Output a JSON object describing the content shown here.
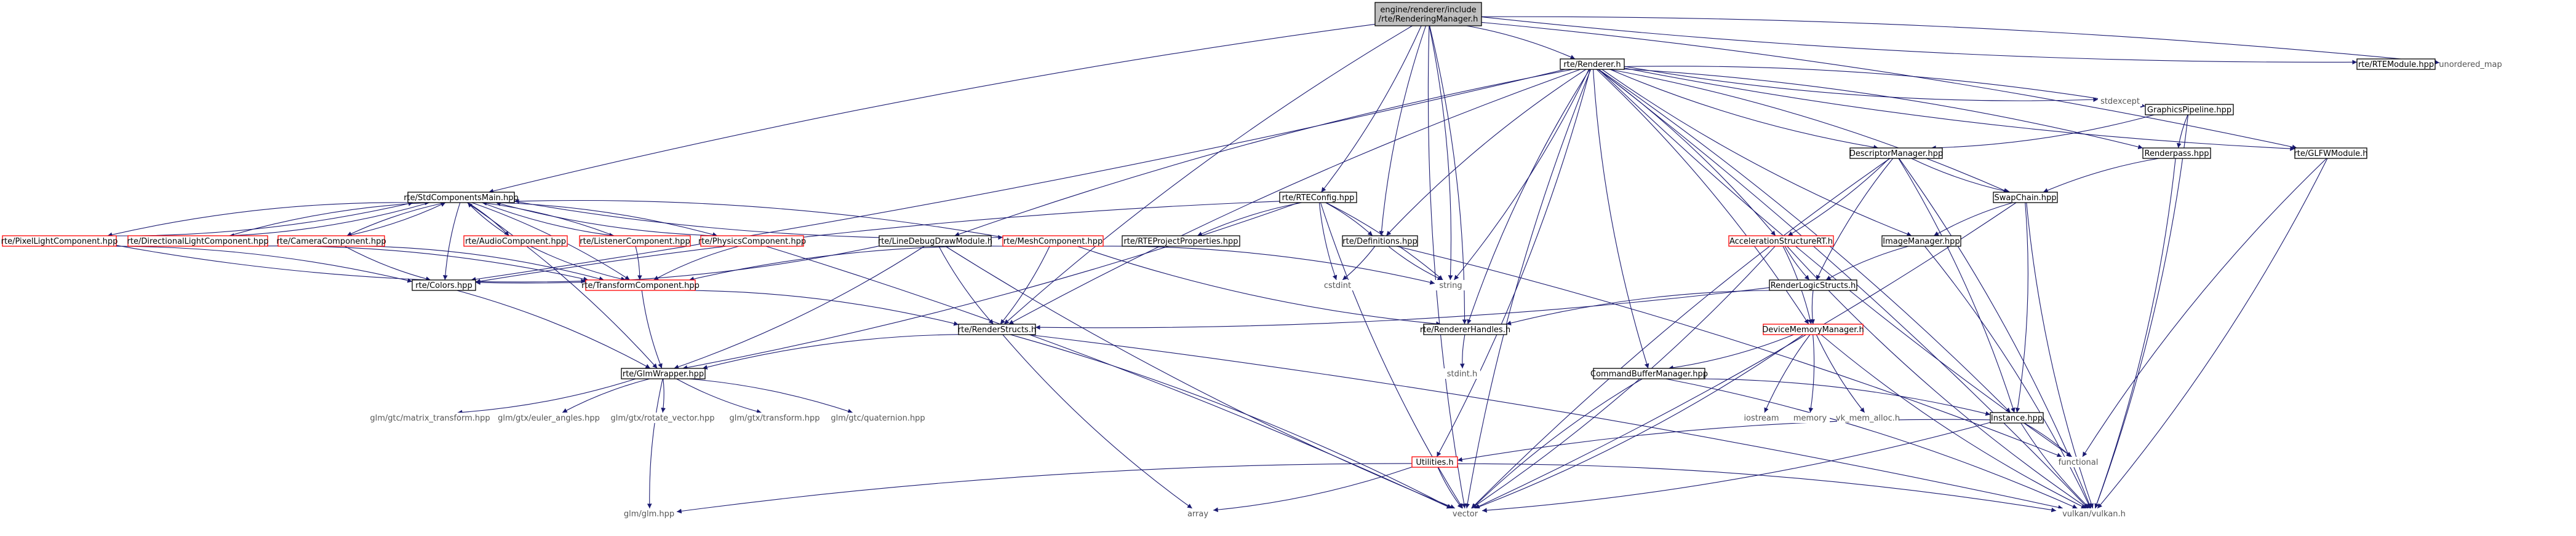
{
  "colors": {
    "edge": "#191970",
    "root_fill": "#bfbfbf",
    "normal_border": "#000000",
    "partial_border": "#ff0000",
    "text": "#000000",
    "external_text": "#555555"
  },
  "nodes": [
    {
      "id": "root",
      "style": "root",
      "lines": [
        "engine/renderer/include",
        "/rte/RenderingManager.h"
      ]
    },
    {
      "id": "renderer",
      "style": "normal",
      "lines": [
        "rte/Renderer.h"
      ]
    },
    {
      "id": "rtemodule",
      "style": "normal",
      "lines": [
        "rte/RTEModule.hpp"
      ]
    },
    {
      "id": "unordered_map",
      "style": "external",
      "lines": [
        "unordered_map"
      ]
    },
    {
      "id": "stdexcept",
      "style": "external",
      "lines": [
        "stdexcept"
      ]
    },
    {
      "id": "graphicspipeline",
      "style": "normal",
      "lines": [
        "GraphicsPipeline.hpp"
      ]
    },
    {
      "id": "descriptormanager",
      "style": "normal",
      "lines": [
        "DescriptorManager.hpp"
      ]
    },
    {
      "id": "renderpass",
      "style": "normal",
      "lines": [
        "Renderpass.hpp"
      ]
    },
    {
      "id": "glfwmodule",
      "style": "normal",
      "lines": [
        "rte/GLFWModule.h"
      ]
    },
    {
      "id": "swapchain",
      "style": "normal",
      "lines": [
        "SwapChain.hpp"
      ]
    },
    {
      "id": "stdcomponents",
      "style": "normal",
      "lines": [
        "rte/StdComponentsMain.hpp"
      ]
    },
    {
      "id": "rteconfig",
      "style": "normal",
      "lines": [
        "rte/RTEConfig.hpp"
      ]
    },
    {
      "id": "accelerationstructure",
      "style": "partial",
      "lines": [
        "AccelerationStructureRT.h"
      ]
    },
    {
      "id": "imagemanager",
      "style": "normal",
      "lines": [
        "ImageManager.hpp"
      ]
    },
    {
      "id": "renderlogicstructs",
      "style": "normal",
      "lines": [
        "RenderLogicStructs.h"
      ]
    },
    {
      "id": "pixellight",
      "style": "partial",
      "lines": [
        "rte/PixelLightComponent.hpp"
      ]
    },
    {
      "id": "directionallight",
      "style": "partial",
      "lines": [
        "rte/DirectionalLightComponent.hpp"
      ]
    },
    {
      "id": "camera",
      "style": "partial",
      "lines": [
        "rte/CameraComponent.hpp"
      ]
    },
    {
      "id": "audio",
      "style": "partial",
      "lines": [
        "rte/AudioComponent.hpp"
      ]
    },
    {
      "id": "listener",
      "style": "partial",
      "lines": [
        "rte/ListenerComponent.hpp"
      ]
    },
    {
      "id": "physics",
      "style": "partial",
      "lines": [
        "rte/PhysicsComponent.hpp"
      ]
    },
    {
      "id": "linedebug",
      "style": "normal",
      "lines": [
        "rte/LineDebugDrawModule.h"
      ]
    },
    {
      "id": "mesh",
      "style": "partial",
      "lines": [
        "rte/MeshComponent.hpp"
      ]
    },
    {
      "id": "projectproperties",
      "style": "normal",
      "lines": [
        "rte/RTEProjectProperties.hpp"
      ]
    },
    {
      "id": "definitions",
      "style": "normal",
      "lines": [
        "rte/Definitions.hpp"
      ]
    },
    {
      "id": "colors",
      "style": "normal",
      "lines": [
        "rte/Colors.hpp"
      ]
    },
    {
      "id": "transform",
      "style": "partial",
      "lines": [
        "rte/TransformComponent.hpp"
      ]
    },
    {
      "id": "cstdint",
      "style": "external",
      "lines": [
        "cstdint"
      ]
    },
    {
      "id": "string",
      "style": "external",
      "lines": [
        "string"
      ]
    },
    {
      "id": "renderstructs",
      "style": "normal",
      "lines": [
        "rte/RenderStructs.h"
      ]
    },
    {
      "id": "rendererhandles",
      "style": "normal",
      "lines": [
        "rte/RendererHandles.h"
      ]
    },
    {
      "id": "devicememory",
      "style": "partial",
      "lines": [
        "DeviceMemoryManager.h"
      ]
    },
    {
      "id": "stdint",
      "style": "external",
      "lines": [
        "stdint.h"
      ]
    },
    {
      "id": "glmwrapper",
      "style": "normal",
      "lines": [
        "rte/GlmWrapper.hpp"
      ]
    },
    {
      "id": "commandbuffer",
      "style": "normal",
      "lines": [
        "CommandBufferManager.hpp"
      ]
    },
    {
      "id": "iostream",
      "style": "external",
      "lines": [
        "iostream"
      ]
    },
    {
      "id": "memory",
      "style": "external",
      "lines": [
        "memory"
      ]
    },
    {
      "id": "vkmemalloc",
      "style": "external",
      "lines": [
        "vk_mem_alloc.h"
      ]
    },
    {
      "id": "instance",
      "style": "normal",
      "lines": [
        "Instance.hpp"
      ]
    },
    {
      "id": "matrix_transform",
      "style": "external",
      "lines": [
        "glm/gtc/matrix_transform.hpp"
      ]
    },
    {
      "id": "euler_angles",
      "style": "external",
      "lines": [
        "glm/gtx/euler_angles.hpp"
      ]
    },
    {
      "id": "rotate_vector",
      "style": "external",
      "lines": [
        "glm/gtx/rotate_vector.hpp"
      ]
    },
    {
      "id": "gtxtransform",
      "style": "external",
      "lines": [
        "glm/gtx/transform.hpp"
      ]
    },
    {
      "id": "quaternion",
      "style": "external",
      "lines": [
        "glm/gtc/quaternion.hpp"
      ]
    },
    {
      "id": "utilities",
      "style": "partial",
      "lines": [
        "Utilities.h"
      ]
    },
    {
      "id": "functional",
      "style": "external",
      "lines": [
        "functional"
      ]
    },
    {
      "id": "glmhpp",
      "style": "external",
      "lines": [
        "glm/glm.hpp"
      ]
    },
    {
      "id": "array",
      "style": "external",
      "lines": [
        "array"
      ]
    },
    {
      "id": "vector",
      "style": "external",
      "lines": [
        "vector"
      ]
    },
    {
      "id": "vulkan",
      "style": "external",
      "lines": [
        "vulkan/vulkan.h"
      ]
    }
  ],
  "edges": [
    [
      "root",
      "renderer"
    ],
    [
      "root",
      "rtemodule"
    ],
    [
      "root",
      "unordered_map"
    ],
    [
      "root",
      "stdcomponents"
    ],
    [
      "root",
      "rteconfig"
    ],
    [
      "root",
      "definitions"
    ],
    [
      "root",
      "string"
    ],
    [
      "root",
      "renderstructs"
    ],
    [
      "root",
      "rendererhandles"
    ],
    [
      "root",
      "vector"
    ],
    [
      "root",
      "glfwmodule"
    ],
    [
      "renderer",
      "stdexcept"
    ],
    [
      "renderer",
      "graphicspipeline"
    ],
    [
      "renderer",
      "descriptormanager"
    ],
    [
      "renderer",
      "renderpass"
    ],
    [
      "renderer",
      "glfwmodule"
    ],
    [
      "renderer",
      "swapchain"
    ],
    [
      "renderer",
      "linedebug"
    ],
    [
      "renderer",
      "accelerationstructure"
    ],
    [
      "renderer",
      "imagemanager"
    ],
    [
      "renderer",
      "devicememory"
    ],
    [
      "renderer",
      "commandbuffer"
    ],
    [
      "renderer",
      "utilities"
    ],
    [
      "renderer",
      "functional"
    ],
    [
      "renderer",
      "vulkan"
    ],
    [
      "renderer",
      "vector"
    ],
    [
      "renderer",
      "string"
    ],
    [
      "renderer",
      "renderstructs"
    ],
    [
      "renderer",
      "colors"
    ],
    [
      "renderer",
      "definitions"
    ],
    [
      "renderer",
      "instance"
    ],
    [
      "renderer",
      "rendererhandles"
    ],
    [
      "graphicspipeline",
      "descriptormanager"
    ],
    [
      "graphicspipeline",
      "renderpass"
    ],
    [
      "graphicspipeline",
      "vulkan"
    ],
    [
      "descriptormanager",
      "swapchain"
    ],
    [
      "descriptormanager",
      "accelerationstructure"
    ],
    [
      "descriptormanager",
      "renderlogicstructs"
    ],
    [
      "descriptormanager",
      "instance"
    ],
    [
      "descriptormanager",
      "vector"
    ],
    [
      "descriptormanager",
      "vulkan"
    ],
    [
      "renderpass",
      "swapchain"
    ],
    [
      "renderpass",
      "vulkan"
    ],
    [
      "glfwmodule",
      "functional"
    ],
    [
      "glfwmodule",
      "vulkan"
    ],
    [
      "swapchain",
      "imagemanager"
    ],
    [
      "swapchain",
      "instance"
    ],
    [
      "swapchain",
      "vulkan"
    ],
    [
      "swapchain",
      "vector"
    ],
    [
      "stdcomponents",
      "pixellight"
    ],
    [
      "stdcomponents",
      "directionallight"
    ],
    [
      "stdcomponents",
      "camera"
    ],
    [
      "stdcomponents",
      "audio"
    ],
    [
      "stdcomponents",
      "listener"
    ],
    [
      "stdcomponents",
      "physics"
    ],
    [
      "stdcomponents",
      "mesh"
    ],
    [
      "stdcomponents",
      "transform"
    ],
    [
      "stdcomponents",
      "colors"
    ],
    [
      "stdcomponents",
      "glmwrapper"
    ],
    [
      "pixellight",
      "stdcomponents"
    ],
    [
      "directionallight",
      "stdcomponents"
    ],
    [
      "camera",
      "stdcomponents"
    ],
    [
      "audio",
      "stdcomponents"
    ],
    [
      "listener",
      "stdcomponents"
    ],
    [
      "physics",
      "stdcomponents"
    ],
    [
      "mesh",
      "stdcomponents"
    ],
    [
      "pixellight",
      "colors"
    ],
    [
      "pixellight",
      "transform"
    ],
    [
      "directionallight",
      "transform"
    ],
    [
      "camera",
      "colors"
    ],
    [
      "camera",
      "transform"
    ],
    [
      "audio",
      "transform"
    ],
    [
      "listener",
      "transform"
    ],
    [
      "physics",
      "transform"
    ],
    [
      "physics",
      "vector"
    ],
    [
      "mesh",
      "transform"
    ],
    [
      "mesh",
      "renderstructs"
    ],
    [
      "mesh",
      "rendererhandles"
    ],
    [
      "mesh",
      "string"
    ],
    [
      "rteconfig",
      "projectproperties"
    ],
    [
      "rteconfig",
      "definitions"
    ],
    [
      "rteconfig",
      "colors"
    ],
    [
      "rteconfig",
      "glmwrapper"
    ],
    [
      "rteconfig",
      "cstdint"
    ],
    [
      "rteconfig",
      "string"
    ],
    [
      "rteconfig",
      "vector"
    ],
    [
      "definitions",
      "cstdint"
    ],
    [
      "definitions",
      "string"
    ],
    [
      "definitions",
      "functional"
    ],
    [
      "linedebug",
      "renderstructs"
    ],
    [
      "linedebug",
      "glmwrapper"
    ],
    [
      "linedebug",
      "vector"
    ],
    [
      "linedebug",
      "colors"
    ],
    [
      "accelerationstructure",
      "renderlogicstructs"
    ],
    [
      "accelerationstructure",
      "devicememory"
    ],
    [
      "accelerationstructure",
      "vulkan"
    ],
    [
      "accelerationstructure",
      "vector"
    ],
    [
      "imagemanager",
      "renderlogicstructs"
    ],
    [
      "imagemanager",
      "vulkan"
    ],
    [
      "renderlogicstructs",
      "devicememory"
    ],
    [
      "renderlogicstructs",
      "renderstructs"
    ],
    [
      "renderlogicstructs",
      "rendererhandles"
    ],
    [
      "colors",
      "glmwrapper"
    ],
    [
      "transform",
      "glmwrapper"
    ],
    [
      "transform",
      "renderstructs"
    ],
    [
      "renderstructs",
      "glmwrapper"
    ],
    [
      "renderstructs",
      "vulkan"
    ],
    [
      "renderstructs",
      "array"
    ],
    [
      "renderstructs",
      "vector"
    ],
    [
      "rendererhandles",
      "stdint"
    ],
    [
      "devicememory",
      "commandbuffer"
    ],
    [
      "devicememory",
      "iostream"
    ],
    [
      "devicememory",
      "memory"
    ],
    [
      "devicememory",
      "vkmemalloc"
    ],
    [
      "devicememory",
      "vector"
    ],
    [
      "devicememory",
      "vulkan"
    ],
    [
      "glmwrapper",
      "matrix_transform"
    ],
    [
      "glmwrapper",
      "euler_angles"
    ],
    [
      "glmwrapper",
      "rotate_vector"
    ],
    [
      "glmwrapper",
      "gtxtransform"
    ],
    [
      "glmwrapper",
      "quaternion"
    ],
    [
      "glmwrapper",
      "glmhpp"
    ],
    [
      "commandbuffer",
      "instance"
    ],
    [
      "commandbuffer",
      "vector"
    ],
    [
      "commandbuffer",
      "vulkan"
    ],
    [
      "instance",
      "utilities"
    ],
    [
      "instance",
      "functional"
    ],
    [
      "instance",
      "vulkan"
    ],
    [
      "instance",
      "vector"
    ],
    [
      "utilities",
      "glmhpp"
    ],
    [
      "utilities",
      "array"
    ],
    [
      "utilities",
      "vector"
    ],
    [
      "utilities",
      "vulkan"
    ]
  ]
}
